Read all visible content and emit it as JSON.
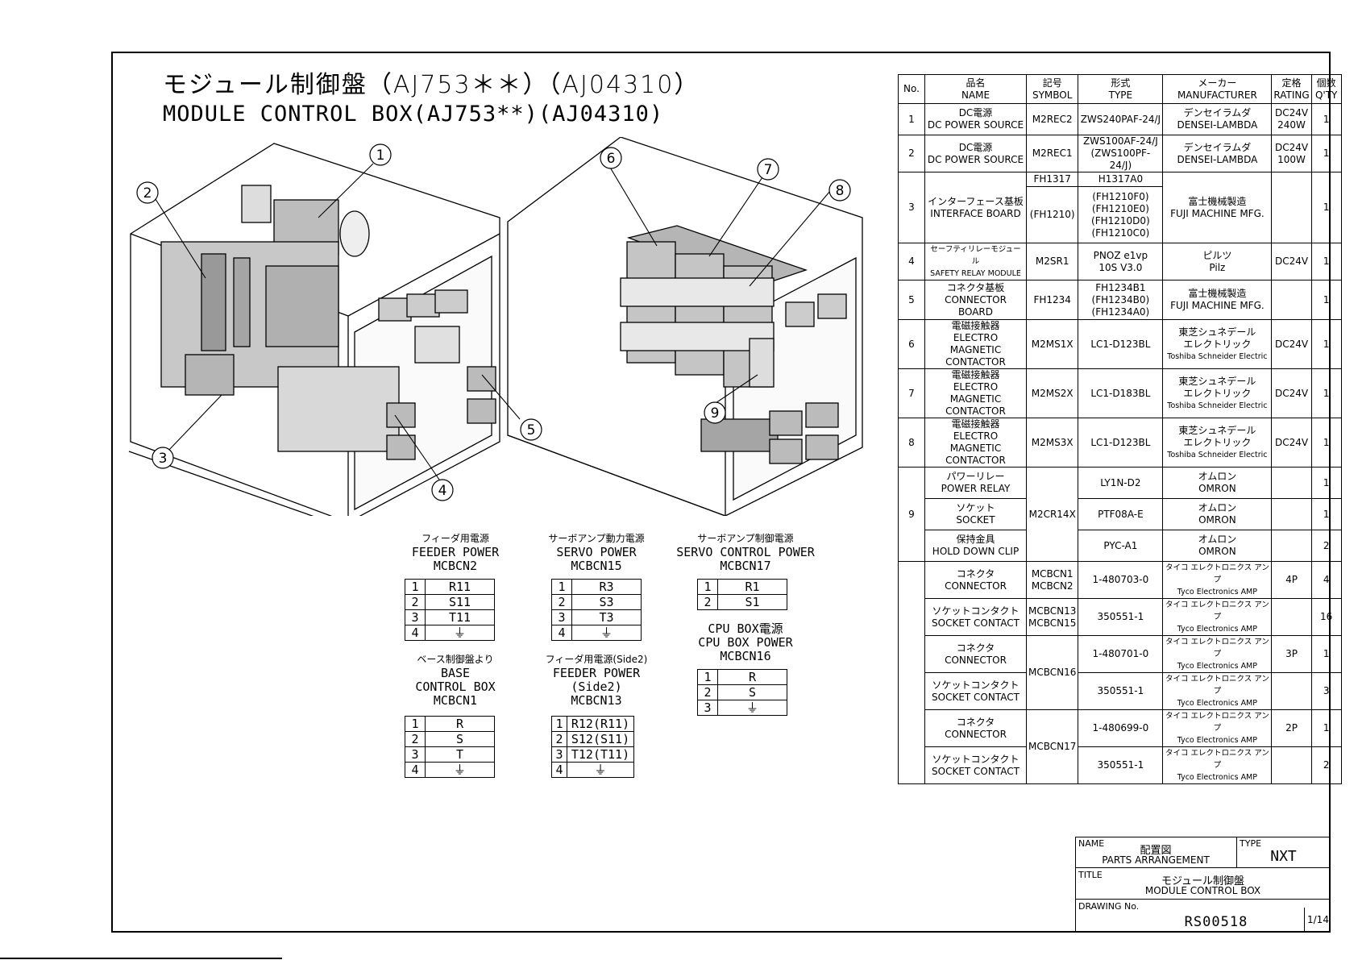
{
  "title": {
    "jp": "モジュール制御盤（AJ753＊＊）（AJ04310）",
    "en": "MODULE CONTROL BOX(AJ753**)(AJ04310)"
  },
  "callouts": [
    "1",
    "2",
    "3",
    "4",
    "5",
    "6",
    "7",
    "8",
    "9"
  ],
  "parts_table": {
    "headers": {
      "no": "No.",
      "name_jp": "品名",
      "name_en": "NAME",
      "symbol_jp": "記号",
      "symbol_en": "SYMBOL",
      "type_jp": "形式",
      "type_en": "TYPE",
      "maker_jp": "メーカー",
      "maker_en": "MANUFACTURER",
      "rating_jp": "定格",
      "rating_en": "RATING",
      "qty_jp": "個数",
      "qty_en": "Q'TY"
    },
    "rows": [
      {
        "no": "1",
        "name_jp": "DC電源",
        "name_en": "DC POWER SOURCE",
        "symbol": "M2REC2",
        "type": "ZWS240PAF-24/J",
        "maker_jp": "デンセイラムダ",
        "maker_en": "DENSEI-LAMBDA",
        "rating1": "DC24V",
        "rating2": "240W",
        "qty": "1"
      },
      {
        "no": "2",
        "name_jp": "DC電源",
        "name_en": "DC POWER SOURCE",
        "symbol": "M2REC1",
        "type1": "ZWS100AF-24/J",
        "type2": "(ZWS100PF-24/J)",
        "maker_jp": "デンセイラムダ",
        "maker_en": "DENSEI-LAMBDA",
        "rating1": "DC24V",
        "rating2": "100W",
        "qty": "1"
      },
      {
        "no": "3",
        "name_jp": "インターフェース基板",
        "name_en": "INTERFACE BOARD",
        "symbol1": "FH1317",
        "symbol2": "(FH1210)",
        "type1": "H1317A0",
        "type2": "(FH1210F0)",
        "type3": "(FH1210E0)",
        "type4": "(FH1210D0)",
        "type5": "(FH1210C0)",
        "maker_jp": "富士機械製造",
        "maker_en": "FUJI MACHINE MFG.",
        "qty": "1"
      },
      {
        "no": "4",
        "name_jp": "セーフティリレーモジュール",
        "name_en": "SAFETY RELAY MODULE",
        "symbol": "M2SR1",
        "type1": "PNOZ e1vp",
        "type2": "10S V3.0",
        "maker_jp": "ピルツ",
        "maker_en": "Pilz",
        "rating": "DC24V",
        "qty": "1"
      },
      {
        "no": "5",
        "name_jp": "コネクタ基板",
        "name_en": "CONNECTOR BOARD",
        "symbol": "FH1234",
        "type1": "FH1234B1",
        "type2": "(FH1234B0)",
        "type3": "(FH1234A0)",
        "maker_jp": "富士機械製造",
        "maker_en": "FUJI MACHINE MFG.",
        "qty": "1"
      },
      {
        "no": "6",
        "name_jp": "電磁接触器",
        "name_en1": "ELECTRO MAGNETIC",
        "name_en2": "CONTACTOR",
        "symbol": "M2MS1X",
        "type": "LC1-D123BL",
        "maker_jp1": "東芝シュネデール",
        "maker_jp2": "エレクトリック",
        "maker_en": "Toshiba Schneider Electric",
        "rating": "DC24V",
        "qty": "1"
      },
      {
        "no": "7",
        "name_jp": "電磁接触器",
        "name_en1": "ELECTRO MAGNETIC",
        "name_en2": "CONTACTOR",
        "symbol": "M2MS2X",
        "type": "LC1-D183BL",
        "maker_jp1": "東芝シュネデール",
        "maker_jp2": "エレクトリック",
        "maker_en": "Toshiba Schneider Electric",
        "rating": "DC24V",
        "qty": "1"
      },
      {
        "no": "8",
        "name_jp": "電磁接触器",
        "name_en1": "ELECTRO MAGNETIC",
        "name_en2": "CONTACTOR",
        "symbol": "M2MS3X",
        "type": "LC1-D123BL",
        "maker_jp1": "東芝シュネデール",
        "maker_jp2": "エレクトリック",
        "maker_en": "Toshiba Schneider Electric",
        "rating": "DC24V",
        "qty": "1"
      }
    ],
    "row9": {
      "no": "9",
      "symbol": "M2CR14X",
      "items": [
        {
          "name_jp": "パワーリレー",
          "name_en": "POWER RELAY",
          "type": "LY1N-D2",
          "maker_jp": "オムロン",
          "maker_en": "OMRON",
          "qty": "1"
        },
        {
          "name_jp": "ソケット",
          "name_en": "SOCKET",
          "type": "PTF08A-E",
          "maker_jp": "オムロン",
          "maker_en": "OMRON",
          "qty": "1"
        },
        {
          "name_jp": "保持金具",
          "name_en": "HOLD DOWN CLIP",
          "type": "PYC-A1",
          "maker_jp": "オムロン",
          "maker_en": "OMRON",
          "qty": "2"
        }
      ]
    },
    "connectors": [
      {
        "name_jp": "コネクタ",
        "name_en": "CONNECTOR",
        "sym1": "MCBCN1",
        "sym2": "MCBCN2",
        "type": "1-480703-0",
        "maker_jp": "タイコ エレクトロニクス アンプ",
        "maker_en": "Tyco Electronics AMP",
        "rating": "4P",
        "qty": "4"
      },
      {
        "name_jp": "ソケットコンタクト",
        "name_en": "SOCKET CONTACT",
        "sym1": "MCBCN13",
        "sym2": "MCBCN15",
        "type": "350551-1",
        "maker_jp": "タイコ エレクトロニクス アンプ",
        "maker_en": "Tyco Electronics AMP",
        "rating": "",
        "qty": "16"
      },
      {
        "name_jp": "コネクタ",
        "name_en": "CONNECTOR",
        "sym": "MCBCN16",
        "type": "1-480701-0",
        "maker_jp": "タイコ エレクトロニクス アンプ",
        "maker_en": "Tyco Electronics AMP",
        "rating": "3P",
        "qty": "1"
      },
      {
        "name_jp": "ソケットコンタクト",
        "name_en": "SOCKET CONTACT",
        "type": "350551-1",
        "maker_jp": "タイコ エレクトロニクス アンプ",
        "maker_en": "Tyco Electronics AMP",
        "rating": "",
        "qty": "3"
      },
      {
        "name_jp": "コネクタ",
        "name_en": "CONNECTOR",
        "sym": "MCBCN17",
        "type": "1-480699-0",
        "maker_jp": "タイコ エレクトロニクス アンプ",
        "maker_en": "Tyco Electronics AMP",
        "rating": "2P",
        "qty": "1"
      },
      {
        "name_jp": "ソケットコンタクト",
        "name_en": "SOCKET CONTACT",
        "type": "350551-1",
        "maker_jp": "タイコ エレクトロニクス アンプ",
        "maker_en": "Tyco Electronics AMP",
        "rating": "",
        "qty": "2"
      }
    ]
  },
  "pin_tables": {
    "feeder_power": {
      "jp": "フィーダ用電源",
      "en1": "FEEDER POWER",
      "en2": "MCBCN2",
      "pins": [
        {
          "n": "1",
          "v": "R11"
        },
        {
          "n": "2",
          "v": "S11"
        },
        {
          "n": "3",
          "v": "T11"
        },
        {
          "n": "4",
          "v": "⏚"
        }
      ]
    },
    "servo_power": {
      "jp": "サーボアンプ動力電源",
      "en1": "SERVO POWER",
      "en2": "MCBCN15",
      "pins": [
        {
          "n": "1",
          "v": "R3"
        },
        {
          "n": "2",
          "v": "S3"
        },
        {
          "n": "3",
          "v": "T3"
        },
        {
          "n": "4",
          "v": "⏚"
        }
      ]
    },
    "servo_control": {
      "jp": "サーボアンプ制御電源",
      "en1": "SERVO CONTROL POWER",
      "en2": "MCBCN17",
      "pins": [
        {
          "n": "1",
          "v": "R1"
        },
        {
          "n": "2",
          "v": "S1"
        }
      ]
    },
    "base_control": {
      "jp": "ベース制御盤より",
      "en1": "BASE",
      "en2": "CONTROL BOX",
      "en3": "MCBCN1",
      "pins": [
        {
          "n": "1",
          "v": "R"
        },
        {
          "n": "2",
          "v": "S"
        },
        {
          "n": "3",
          "v": "T"
        },
        {
          "n": "4",
          "v": "⏚"
        }
      ]
    },
    "feeder_side2": {
      "jp": "フィーダ用電源(Side2)",
      "en1": "FEEDER POWER",
      "en2": "(Side2)",
      "en3": "MCBCN13",
      "pins": [
        {
          "n": "1",
          "v": "R12(R11)"
        },
        {
          "n": "2",
          "v": "S12(S11)"
        },
        {
          "n": "3",
          "v": "T12(T11)"
        },
        {
          "n": "4",
          "v": "⏚"
        }
      ]
    },
    "cpu_box": {
      "jp": "CPU BOX電源",
      "en1": "CPU BOX POWER",
      "en2": "MCBCN16",
      "pins": [
        {
          "n": "1",
          "v": "R"
        },
        {
          "n": "2",
          "v": "S"
        },
        {
          "n": "3",
          "v": "⏚"
        }
      ]
    }
  },
  "title_block": {
    "name_label": "NAME",
    "name_jp": "配置図",
    "name_en": "PARTS ARRANGEMENT",
    "type_label": "TYPE",
    "type_value": "NXT",
    "title_label": "TITLE",
    "title_jp": "モジュール制御盤",
    "title_en": "MODULE CONTROL BOX",
    "drawing_label": "DRAWING No.",
    "drawing_no": "RS00518",
    "sheet": "1/14"
  }
}
